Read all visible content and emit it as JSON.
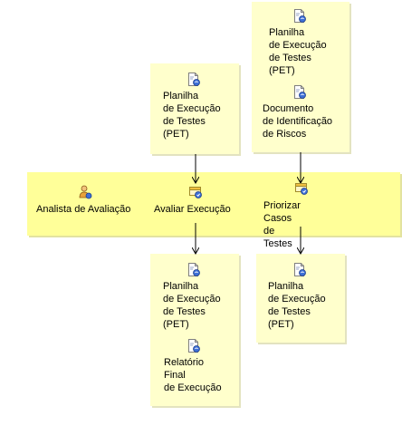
{
  "role": {
    "label": "Analista de Avaliação",
    "icon": "role-person-icon"
  },
  "tasks": [
    {
      "label": "Avaliar Execução",
      "icon": "task-icon"
    },
    {
      "label": "Priorizar Casos\nde Testes",
      "icon": "task-icon"
    }
  ],
  "inputs": {
    "avaliar": [
      {
        "label": "Planilha\nde Execução\nde Testes\n(PET)",
        "icon": "artifact-document-icon"
      }
    ],
    "priorizar": [
      {
        "label": "Planilha\nde Execução\nde Testes\n(PET)",
        "icon": "artifact-document-icon"
      },
      {
        "label": "Documento\nde Identificação\nde Riscos",
        "icon": "artifact-document-icon"
      }
    ]
  },
  "outputs": {
    "avaliar": [
      {
        "label": "Planilha\nde Execução\nde Testes\n(PET)",
        "icon": "artifact-document-icon"
      },
      {
        "label": "Relatório\nFinal\nde Execução",
        "icon": "artifact-document-icon"
      }
    ],
    "priorizar": [
      {
        "label": "Planilha\nde Execução\nde Testes\n(PET)",
        "icon": "artifact-document-icon"
      }
    ]
  },
  "colors": {
    "band": "#ffff99",
    "box": "#ffffcc",
    "connector": "#000000"
  }
}
